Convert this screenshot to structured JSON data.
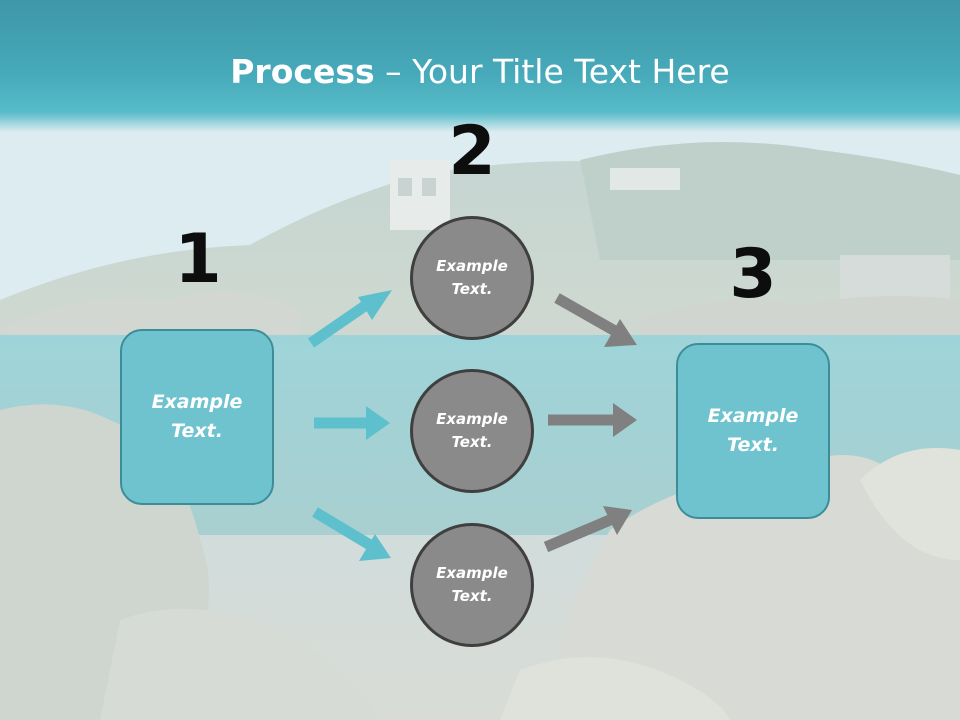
{
  "title": {
    "bold": "Process",
    "rest": " – Your Title Text Here"
  },
  "steps": {
    "one": "1",
    "two": "2",
    "three": "3"
  },
  "boxes": {
    "left": [
      "Example",
      "Text."
    ],
    "right": [
      "Example",
      "Text."
    ]
  },
  "circles": {
    "top": [
      "Example",
      "Text."
    ],
    "middle": [
      "Example",
      "Text."
    ],
    "bottom": [
      "Example",
      "Text."
    ]
  },
  "colors": {
    "teal_accent": "#6fc3cf",
    "teal_border": "#3d8d99",
    "teal_arrow": "#5ec0cd",
    "gray_circle": "#8a8a8a",
    "gray_arrow": "#808080",
    "header_band": "#46a9b9"
  }
}
